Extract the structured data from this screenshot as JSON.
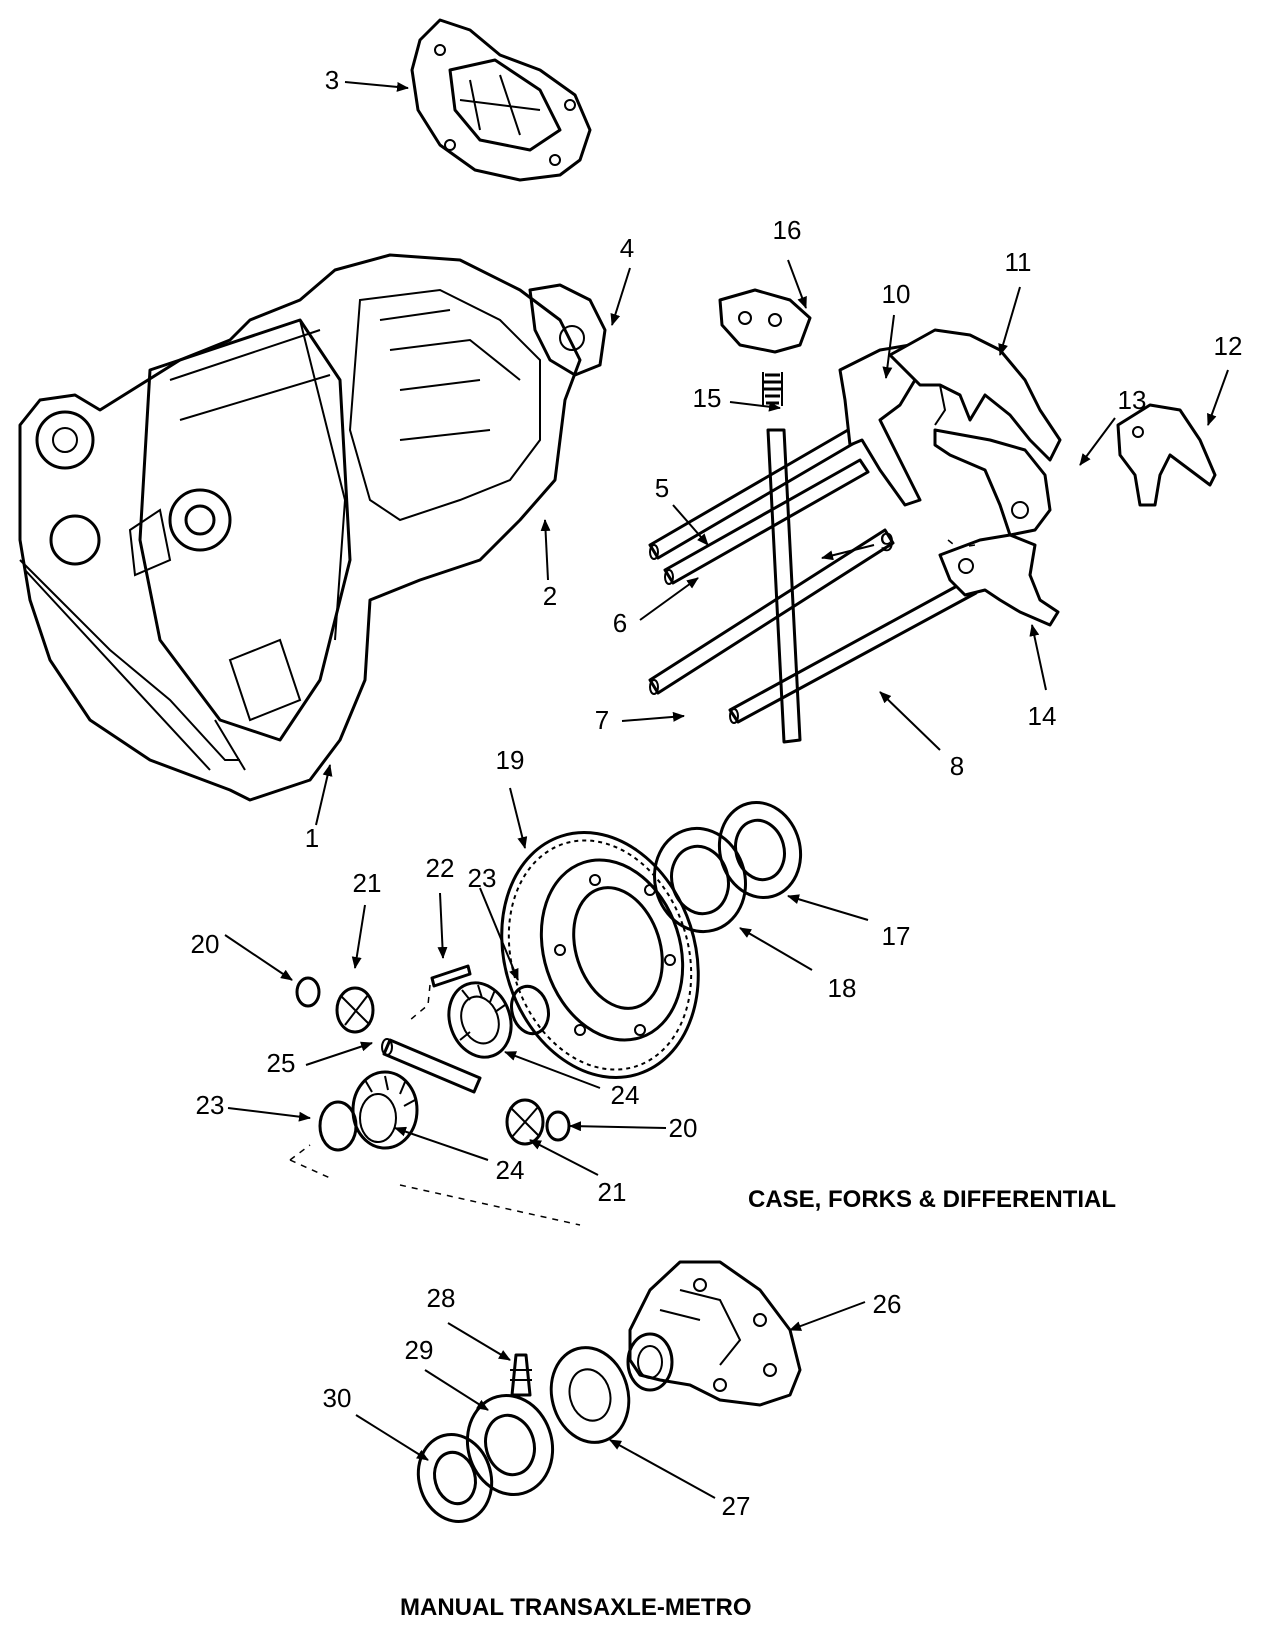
{
  "captions": {
    "section": "CASE, FORKS & DIFFERENTIAL",
    "title": "MANUAL TRANSAXLE-METRO"
  },
  "callouts": {
    "c1": "1",
    "c2": "2",
    "c3": "3",
    "c4": "4",
    "c5": "5",
    "c6": "6",
    "c7": "7",
    "c8": "8",
    "c9": "9",
    "c10": "10",
    "c11": "11",
    "c12": "12",
    "c13": "13",
    "c14": "14",
    "c15": "15",
    "c16": "16",
    "c17": "17",
    "c18": "18",
    "c19": "19",
    "c20a": "20",
    "c20b": "20",
    "c21a": "21",
    "c21b": "21",
    "c22": "22",
    "c23a": "23",
    "c23b": "23",
    "c24a": "24",
    "c24b": "24",
    "c25": "25",
    "c26": "26",
    "c27": "27",
    "c28": "28",
    "c29": "29",
    "c30": "30"
  }
}
